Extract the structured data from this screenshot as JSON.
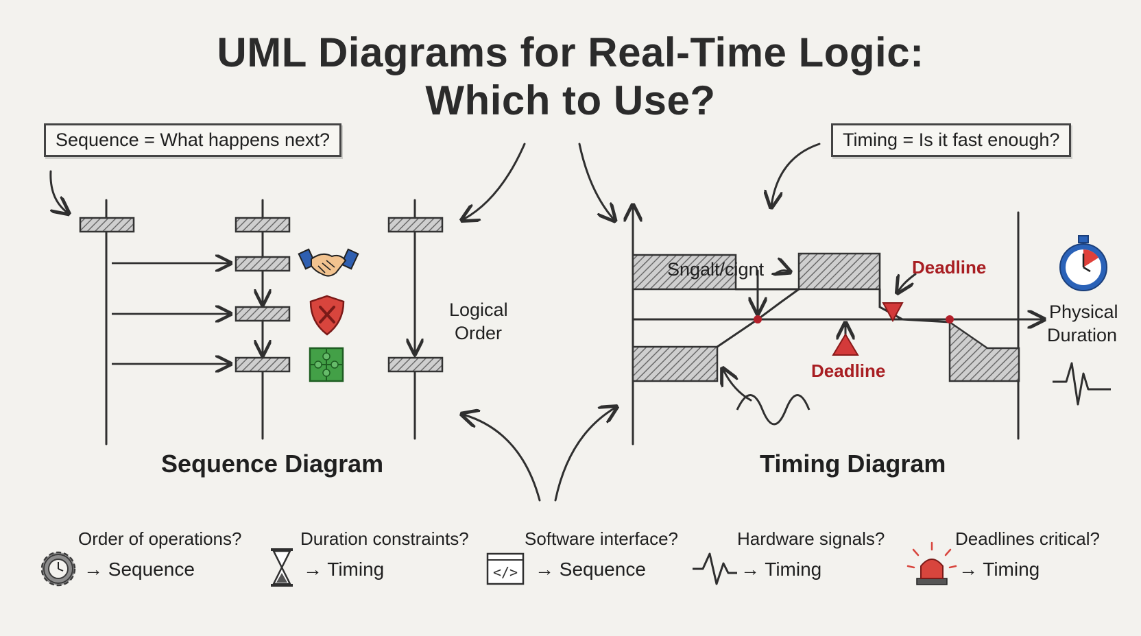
{
  "title": {
    "line1": "UML Diagrams for Real-Time Logic:",
    "line2": "Which to Use?"
  },
  "sequence": {
    "callout": "Sequence = What happens next?",
    "logical_order": [
      "Logical",
      "Order"
    ],
    "heading": "Sequence Diagram"
  },
  "timing": {
    "callout": "Timing = Is it fast enough?",
    "signal_label": "Sngalt/cignt",
    "deadline_top": "Deadline",
    "deadline_bottom": "Deadline",
    "physical_duration": [
      "Physical",
      "Duration"
    ],
    "heading": "Timing Diagram"
  },
  "criteria": [
    {
      "question": "Order of operations?",
      "answer": "→ Sequence",
      "icon": "gear-clock-icon"
    },
    {
      "question": "Duration constraints?",
      "answer": "→ Timing",
      "icon": "hourglass-icon"
    },
    {
      "question": "Software interface?",
      "answer": "→ Sequence",
      "icon": "code-window-icon"
    },
    {
      "question": "Hardware signals?",
      "answer": "→ Timing",
      "icon": "waveform-icon"
    },
    {
      "question": "Deadlines critical?",
      "answer": "→ Timing",
      "icon": "alarm-siren-icon"
    }
  ],
  "colors": {
    "background": "#f3f2ee",
    "ink": "#2f2f2f",
    "deadline_red": "#b3202a",
    "handshake_blue": "#2f5fb0",
    "shield_red": "#d8453d",
    "puzzle_green": "#43a047",
    "stopwatch_blue": "#2a62b8"
  }
}
